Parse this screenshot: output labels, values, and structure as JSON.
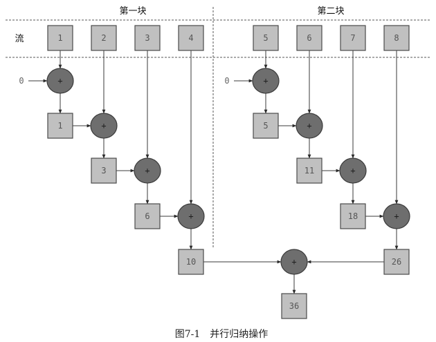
{
  "headers": {
    "chunk1": "第一块",
    "chunk2": "第二块",
    "stream_label": "流"
  },
  "stream": [
    "1",
    "2",
    "3",
    "4",
    "5",
    "6",
    "7",
    "8"
  ],
  "initial_values": [
    "0",
    "0"
  ],
  "operator_symbol": "+",
  "chunk1_partials": [
    "1",
    "3",
    "6",
    "10"
  ],
  "chunk2_partials": [
    "5",
    "11",
    "18",
    "26"
  ],
  "final_result": "36",
  "caption": "图7-1　并行归纳操作",
  "colors": {
    "value_box": "#c0c0c0",
    "operator_circle": "#6e6e6e",
    "stroke": "#3a3a3a"
  }
}
